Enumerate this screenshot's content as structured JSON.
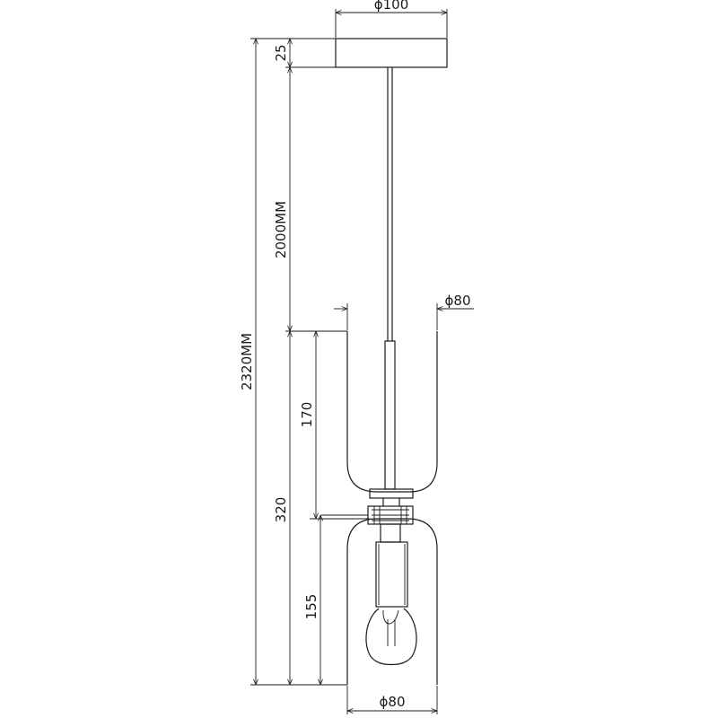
{
  "dimensions": {
    "canopy_diameter": "ϕ100",
    "canopy_height": "25",
    "cable_length": "2000MM",
    "total_height": "2320MM",
    "upper_shade_diameter": "ϕ80",
    "shade_assembly_height": "320",
    "upper_shade_height": "170",
    "lower_shade_height": "155",
    "lower_shade_diameter": "ϕ80"
  },
  "colors": {
    "line": "#1a1a1a",
    "background": "#ffffff"
  }
}
